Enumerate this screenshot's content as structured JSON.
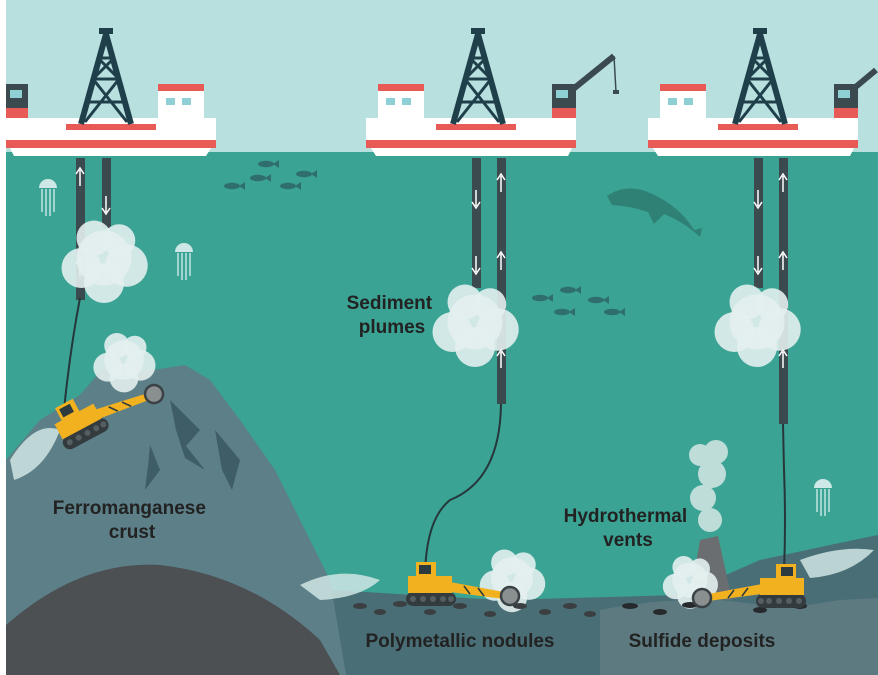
{
  "labels": {
    "sediment_plumes": [
      "Sediment",
      "plumes"
    ],
    "ferromanganese_crust": [
      "Ferromanganese",
      "crust"
    ],
    "hydrothermal_vents": [
      "Hydrothermal",
      "vents"
    ],
    "polymetallic_nodules": "Polymetallic nodules",
    "sulfide_deposits": "Sulfide deposits"
  },
  "colors": {
    "sky": "#b8e0df",
    "ocean": "#3aa394",
    "ship_hull": "#ffffff",
    "ship_stripe": "#e85a55",
    "derrick": "#1f3f4a",
    "pipe": "#3b4a4e",
    "mountain": "#5c7f88",
    "seafloor": "#575a5c",
    "excavator": "#f2b11f",
    "plume": "#dfeeee"
  },
  "icons": [
    "ship-icon",
    "drill-derrick-icon",
    "crane-icon",
    "fish-icon",
    "jellyfish-icon",
    "dolphin-icon",
    "excavator-icon",
    "sediment-plume-icon"
  ]
}
